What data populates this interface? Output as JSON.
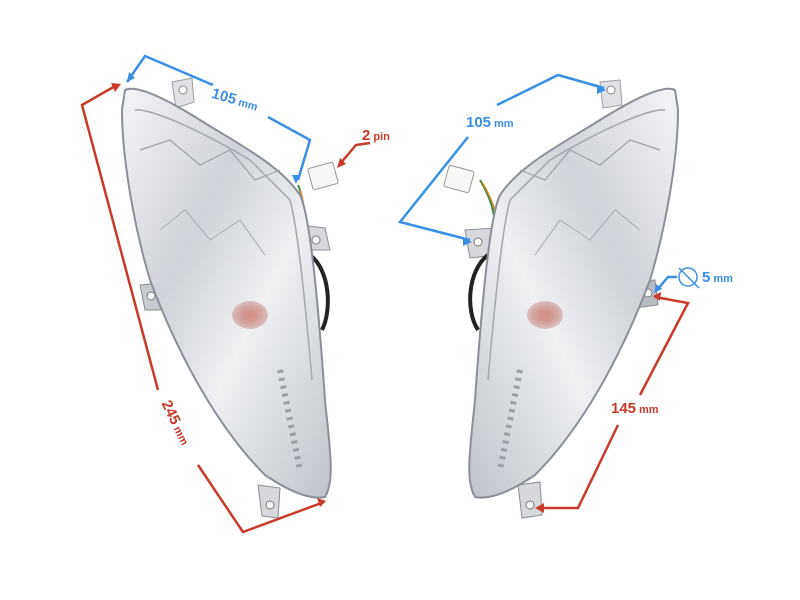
{
  "product": {
    "description": "Pair of clear motorcycle turn signal lamps with dimension annotations",
    "items": [
      {
        "side": "left",
        "label": "left-turn-signal-lamp"
      },
      {
        "side": "right",
        "label": "right-turn-signal-lamp"
      }
    ]
  },
  "annotations": {
    "left_width": {
      "value": "105",
      "unit": "mm"
    },
    "left_length": {
      "value": "245",
      "unit": "mm"
    },
    "connector": {
      "value": "2",
      "unit": "pin"
    },
    "right_width": {
      "value": "105",
      "unit": "mm"
    },
    "right_mount_spacing": {
      "value": "145",
      "unit": "mm"
    },
    "hole_diameter": {
      "symbol": "⌀",
      "value": "5",
      "unit": "mm"
    }
  },
  "colors": {
    "blue_annotation": "#3a8ee6",
    "red_annotation": "#c83a2a",
    "background": "#ffffff",
    "lamp_chrome": "#c9ccd2"
  }
}
